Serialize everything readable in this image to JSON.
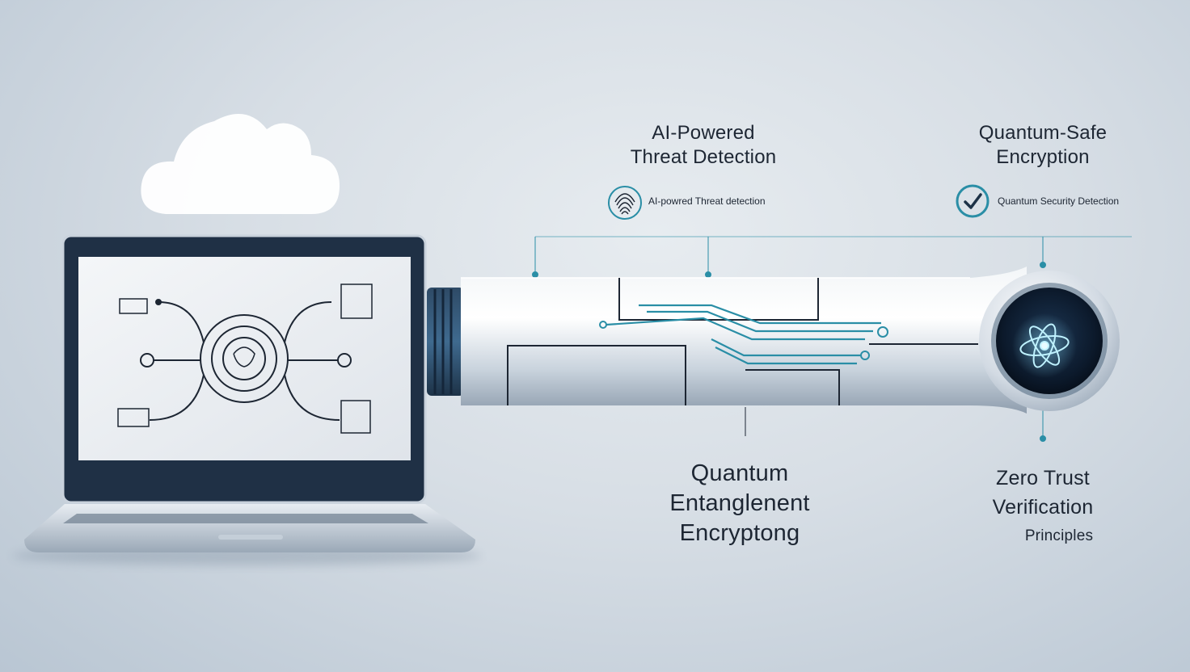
{
  "features": {
    "ai_threat": {
      "title_line1": "AI-Powered",
      "title_line2": "Threat Detection",
      "caption": "AI-powred Threat detection"
    },
    "quantum_safe": {
      "title_line1": "Quantum-Safe",
      "title_line2": "Encryption",
      "caption": "Quantum Security Detection"
    },
    "quantum_entanglement": {
      "title_line1": "Quantum",
      "title_line2": "Entanglenent",
      "title_line3": "Encryptong"
    },
    "zero_trust": {
      "title_line1": "Zero Trust",
      "title_line2": "Verification",
      "subtitle": "Principles"
    }
  },
  "icons": {
    "cloud": "cloud-icon",
    "laptop": "laptop-icon",
    "fingerprint": "fingerprint-icon",
    "check": "check-circle-icon",
    "atom": "atom-icon"
  },
  "colors": {
    "accent": "#2a8ea6",
    "ink": "#1d2633",
    "glow": "#8fe3ff"
  }
}
